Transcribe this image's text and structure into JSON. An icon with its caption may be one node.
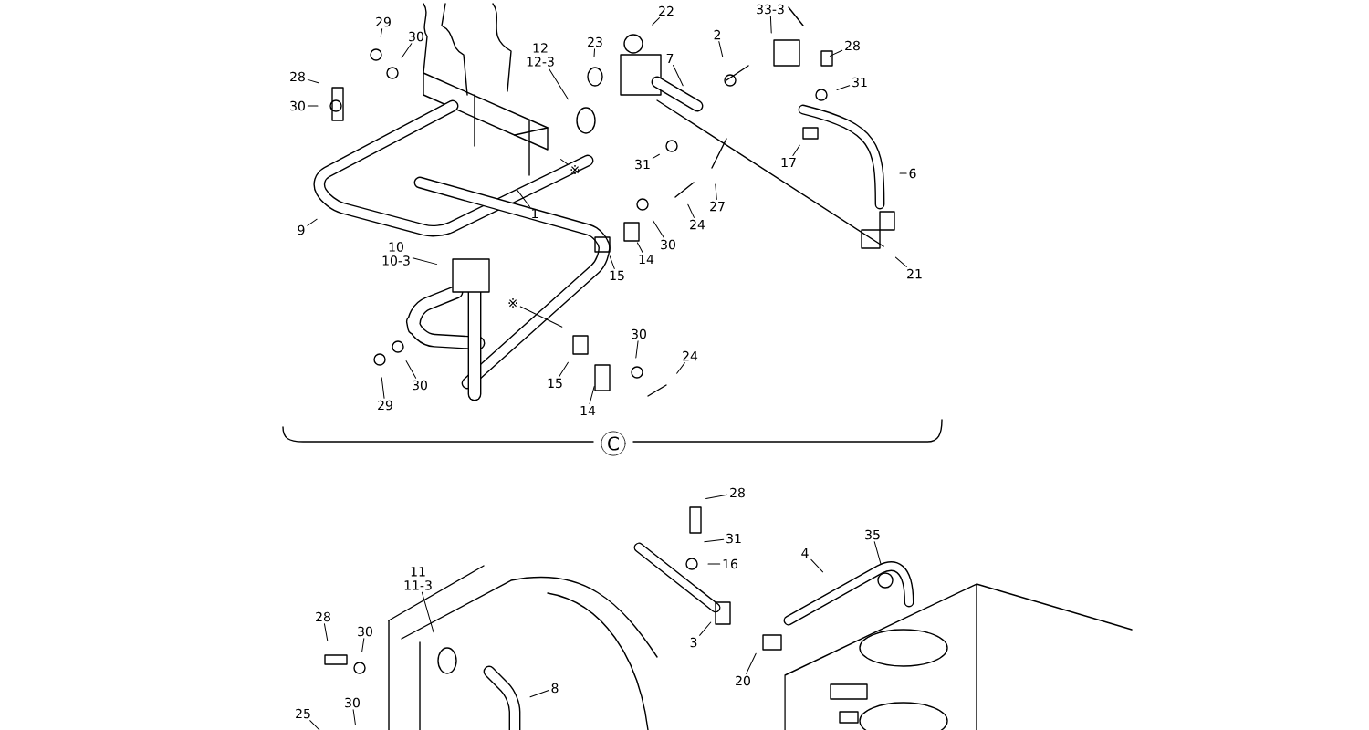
{
  "diagram": {
    "nodes": [
      {
        "text": [
          "28"
        ]
      },
      {
        "text": [
          "29"
        ]
      },
      {
        "text": [
          "30"
        ]
      },
      {
        "text": [
          "30"
        ]
      },
      {
        "text": [
          "12",
          "12-3"
        ]
      },
      {
        "text": [
          "23"
        ]
      },
      {
        "text": [
          "※"
        ]
      },
      {
        "text": [
          "1"
        ]
      },
      {
        "text": [
          "9"
        ]
      },
      {
        "text": [
          "22"
        ]
      },
      {
        "text": [
          "7"
        ]
      },
      {
        "text": [
          "2"
        ]
      },
      {
        "text": [
          "33-3"
        ]
      },
      {
        "text": [
          "28"
        ]
      },
      {
        "text": [
          "31"
        ]
      },
      {
        "text": [
          "17"
        ]
      },
      {
        "text": [
          "6"
        ]
      },
      {
        "text": [
          "21"
        ]
      },
      {
        "text": [
          "31"
        ]
      },
      {
        "text": [
          "27"
        ]
      },
      {
        "text": [
          "24"
        ]
      },
      {
        "text": [
          "30"
        ]
      },
      {
        "text": [
          "14"
        ]
      },
      {
        "text": [
          "15"
        ]
      },
      {
        "text": [
          "10",
          "10-3"
        ]
      },
      {
        "text": [
          "※"
        ]
      },
      {
        "text": [
          "15"
        ]
      },
      {
        "text": [
          "14"
        ]
      },
      {
        "text": [
          "30"
        ]
      },
      {
        "text": [
          "24"
        ]
      },
      {
        "text": [
          "30"
        ]
      },
      {
        "text": [
          "29"
        ]
      },
      {
        "text": [
          "11",
          "11-3"
        ]
      },
      {
        "text": [
          "28"
        ]
      },
      {
        "text": [
          "30"
        ]
      },
      {
        "text": [
          "30"
        ]
      },
      {
        "text": [
          "25"
        ]
      },
      {
        "text": [
          "8"
        ]
      },
      {
        "text": [
          "28"
        ]
      },
      {
        "text": [
          "31"
        ]
      },
      {
        "text": [
          "16"
        ]
      },
      {
        "text": [
          "4"
        ]
      },
      {
        "text": [
          "35"
        ]
      },
      {
        "text": [
          "3"
        ]
      },
      {
        "text": [
          "20"
        ]
      }
    ],
    "edges": [
      {
        "from": 0,
        "to": null,
        "arrow": "none"
      },
      {
        "from": 1,
        "to": null,
        "arrow": "none"
      },
      {
        "from": 2,
        "to": null,
        "arrow": "none"
      },
      {
        "from": 3,
        "to": null,
        "arrow": "none"
      },
      {
        "from": 4,
        "to": null,
        "arrow": "none"
      },
      {
        "from": 5,
        "to": null,
        "arrow": "none"
      },
      {
        "from": 6,
        "to": null,
        "arrow": "none"
      },
      {
        "from": 7,
        "to": null,
        "arrow": "none"
      },
      {
        "from": 8,
        "to": null,
        "arrow": "none"
      },
      {
        "from": 9,
        "to": null,
        "arrow": "none"
      },
      {
        "from": 10,
        "to": null,
        "arrow": "none"
      },
      {
        "from": 11,
        "to": null,
        "arrow": "none"
      },
      {
        "from": 12,
        "to": null,
        "arrow": "none"
      },
      {
        "from": 13,
        "to": null,
        "arrow": "none"
      },
      {
        "from": 14,
        "to": null,
        "arrow": "none"
      },
      {
        "from": 15,
        "to": null,
        "arrow": "none"
      },
      {
        "from": 16,
        "to": null,
        "arrow": "none"
      },
      {
        "from": 17,
        "to": null,
        "arrow": "none"
      },
      {
        "from": 18,
        "to": null,
        "arrow": "none"
      },
      {
        "from": 19,
        "to": null,
        "arrow": "none"
      },
      {
        "from": 20,
        "to": null,
        "arrow": "none"
      },
      {
        "from": 21,
        "to": null,
        "arrow": "none"
      },
      {
        "from": 22,
        "to": null,
        "arrow": "none"
      },
      {
        "from": 23,
        "to": null,
        "arrow": "none"
      },
      {
        "from": 24,
        "to": null,
        "arrow": "none"
      },
      {
        "from": 25,
        "to": null,
        "arrow": "none"
      },
      {
        "from": 26,
        "to": null,
        "arrow": "none"
      },
      {
        "from": 27,
        "to": null,
        "arrow": "none"
      },
      {
        "from": 28,
        "to": null,
        "arrow": "none"
      },
      {
        "from": 29,
        "to": null,
        "arrow": "none"
      },
      {
        "from": 30,
        "to": null,
        "arrow": "none"
      },
      {
        "from": 31,
        "to": null,
        "arrow": "none"
      },
      {
        "from": 32,
        "to": null,
        "arrow": "none"
      },
      {
        "from": 33,
        "to": null,
        "arrow": "none"
      },
      {
        "from": 34,
        "to": null,
        "arrow": "none"
      },
      {
        "from": 35,
        "to": null,
        "arrow": "none"
      },
      {
        "from": 36,
        "to": null,
        "arrow": "none"
      },
      {
        "from": 37,
        "to": null,
        "arrow": "none"
      },
      {
        "from": 38,
        "to": null,
        "arrow": "none"
      },
      {
        "from": 39,
        "to": null,
        "arrow": "none"
      },
      {
        "from": 40,
        "to": null,
        "arrow": "none"
      },
      {
        "from": 41,
        "to": null,
        "arrow": "none"
      },
      {
        "from": 42,
        "to": null,
        "arrow": "none"
      },
      {
        "from": 43,
        "to": null,
        "arrow": "none"
      },
      {
        "from": 44,
        "to": null,
        "arrow": "none"
      }
    ],
    "labels": [
      "C"
    ]
  }
}
